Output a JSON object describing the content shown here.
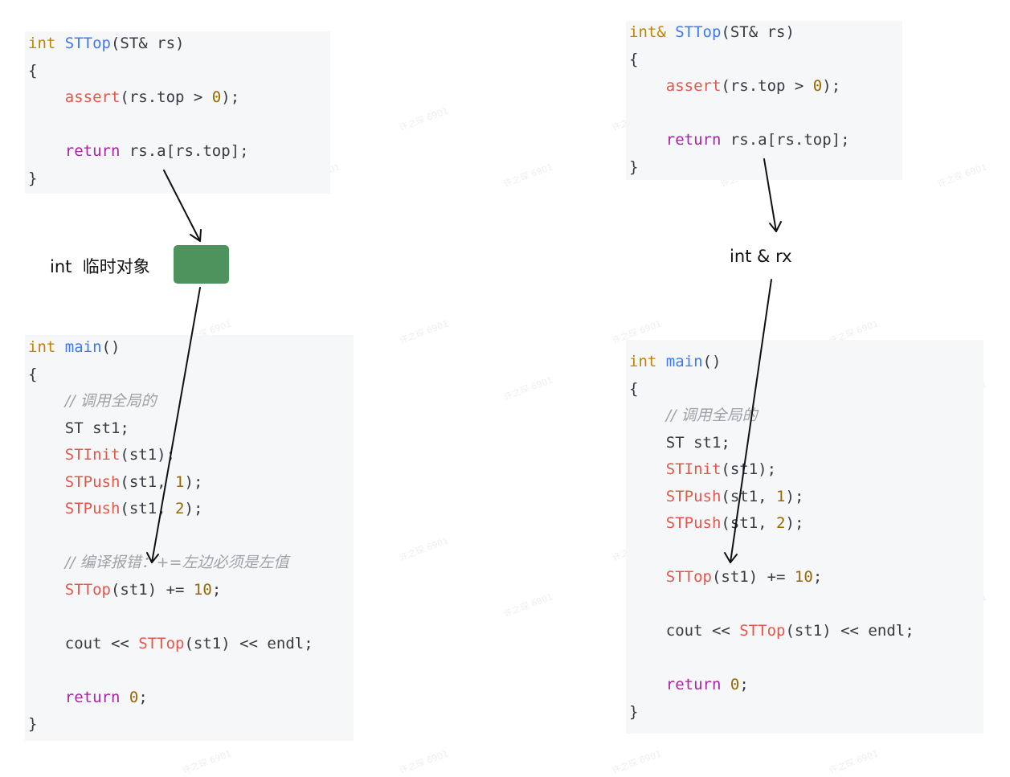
{
  "watermark_text": "许之琛 6901",
  "left_function": {
    "lines": [
      [
        {
          "t": "int",
          "c": "k"
        },
        {
          "t": " "
        },
        {
          "t": "STTop",
          "c": "f"
        },
        {
          "t": "(ST& rs)"
        }
      ],
      [
        {
          "t": "{"
        }
      ],
      [
        {
          "t": "    "
        },
        {
          "t": "assert",
          "c": "c"
        },
        {
          "t": "(rs.top > "
        },
        {
          "t": "0",
          "c": "n"
        },
        {
          "t": ");"
        }
      ],
      [],
      [
        {
          "t": "    "
        },
        {
          "t": "return",
          "c": "r"
        },
        {
          "t": " rs.a[rs.top];"
        }
      ],
      [
        {
          "t": "}"
        }
      ]
    ]
  },
  "left_temp_label": "int  临时对象",
  "left_main": {
    "lines": [
      [
        {
          "t": "int",
          "c": "k"
        },
        {
          "t": " "
        },
        {
          "t": "main",
          "c": "f"
        },
        {
          "t": "()"
        }
      ],
      [
        {
          "t": "{"
        }
      ],
      [
        {
          "t": "    "
        },
        {
          "t": "// 调用全局的",
          "c": "cm"
        }
      ],
      [
        {
          "t": "    ST st1;"
        }
      ],
      [
        {
          "t": "    "
        },
        {
          "t": "STInit",
          "c": "c"
        },
        {
          "t": "(st1);"
        }
      ],
      [
        {
          "t": "    "
        },
        {
          "t": "STPush",
          "c": "c"
        },
        {
          "t": "(st1, "
        },
        {
          "t": "1",
          "c": "n"
        },
        {
          "t": ");"
        }
      ],
      [
        {
          "t": "    "
        },
        {
          "t": "STPush",
          "c": "c"
        },
        {
          "t": "(st1, "
        },
        {
          "t": "2",
          "c": "n"
        },
        {
          "t": ");"
        }
      ],
      [],
      [
        {
          "t": "    "
        },
        {
          "t": "// 编译报错：+=左边必须是左值",
          "c": "cm"
        }
      ],
      [
        {
          "t": "    "
        },
        {
          "t": "STTop",
          "c": "c"
        },
        {
          "t": "(st1) += "
        },
        {
          "t": "10",
          "c": "n"
        },
        {
          "t": ";"
        }
      ],
      [],
      [
        {
          "t": "    cout << "
        },
        {
          "t": "STTop",
          "c": "c"
        },
        {
          "t": "(st1) << endl;"
        }
      ],
      [],
      [
        {
          "t": "    "
        },
        {
          "t": "return",
          "c": "r"
        },
        {
          "t": " "
        },
        {
          "t": "0",
          "c": "n"
        },
        {
          "t": ";"
        }
      ],
      [
        {
          "t": "}"
        }
      ]
    ]
  },
  "right_function": {
    "lines": [
      [
        {
          "t": "int&",
          "c": "k"
        },
        {
          "t": " "
        },
        {
          "t": "STTop",
          "c": "f"
        },
        {
          "t": "(ST& rs)"
        }
      ],
      [
        {
          "t": "{"
        }
      ],
      [
        {
          "t": "    "
        },
        {
          "t": "assert",
          "c": "c"
        },
        {
          "t": "(rs.top > "
        },
        {
          "t": "0",
          "c": "n"
        },
        {
          "t": ");"
        }
      ],
      [],
      [
        {
          "t": "    "
        },
        {
          "t": "return",
          "c": "r"
        },
        {
          "t": " rs.a[rs.top];"
        }
      ],
      [
        {
          "t": "}"
        }
      ]
    ]
  },
  "right_ref_label": "int & rx",
  "right_main": {
    "lines": [
      [
        {
          "t": "int",
          "c": "k"
        },
        {
          "t": " "
        },
        {
          "t": "main",
          "c": "f"
        },
        {
          "t": "()"
        }
      ],
      [
        {
          "t": "{"
        }
      ],
      [
        {
          "t": "    "
        },
        {
          "t": "// 调用全局的",
          "c": "cm"
        }
      ],
      [
        {
          "t": "    ST st1;"
        }
      ],
      [
        {
          "t": "    "
        },
        {
          "t": "STInit",
          "c": "c"
        },
        {
          "t": "(st1);"
        }
      ],
      [
        {
          "t": "    "
        },
        {
          "t": "STPush",
          "c": "c"
        },
        {
          "t": "(st1, "
        },
        {
          "t": "1",
          "c": "n"
        },
        {
          "t": ");"
        }
      ],
      [
        {
          "t": "    "
        },
        {
          "t": "STPush",
          "c": "c"
        },
        {
          "t": "(st1, "
        },
        {
          "t": "2",
          "c": "n"
        },
        {
          "t": ");"
        }
      ],
      [],
      [
        {
          "t": "    "
        },
        {
          "t": "STTop",
          "c": "c"
        },
        {
          "t": "(st1) += "
        },
        {
          "t": "10",
          "c": "n"
        },
        {
          "t": ";"
        }
      ],
      [],
      [
        {
          "t": "    cout << "
        },
        {
          "t": "STTop",
          "c": "c"
        },
        {
          "t": "(st1) << endl;"
        }
      ],
      [],
      [
        {
          "t": "    "
        },
        {
          "t": "return",
          "c": "r"
        },
        {
          "t": " "
        },
        {
          "t": "0",
          "c": "n"
        },
        {
          "t": ";"
        }
      ],
      [
        {
          "t": "}"
        }
      ]
    ]
  }
}
